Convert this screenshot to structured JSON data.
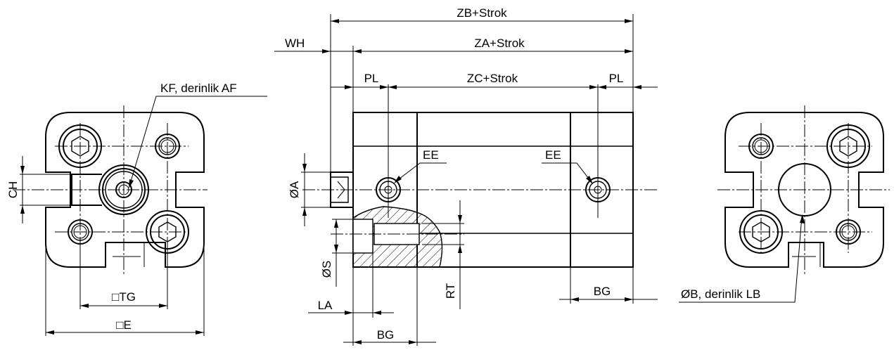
{
  "labels": {
    "zb_strok": "ZB+Strok",
    "wh": "WH",
    "za_strok": "ZA+Strok",
    "pl_left": "PL",
    "zc_strok": "ZC+Strok",
    "pl_right": "PL",
    "kf_depth": "KF, derinlik AF",
    "ee_left": "EE",
    "ee_right": "EE",
    "ch": "CH",
    "dia_a": "ØA",
    "dia_s": "ØS",
    "rt": "RT",
    "la": "LA",
    "bg_bottom": "BG",
    "bg_right": "BG",
    "tg": "□TG",
    "e": "□E",
    "dia_b_depth": "ØB, derinlik LB"
  }
}
